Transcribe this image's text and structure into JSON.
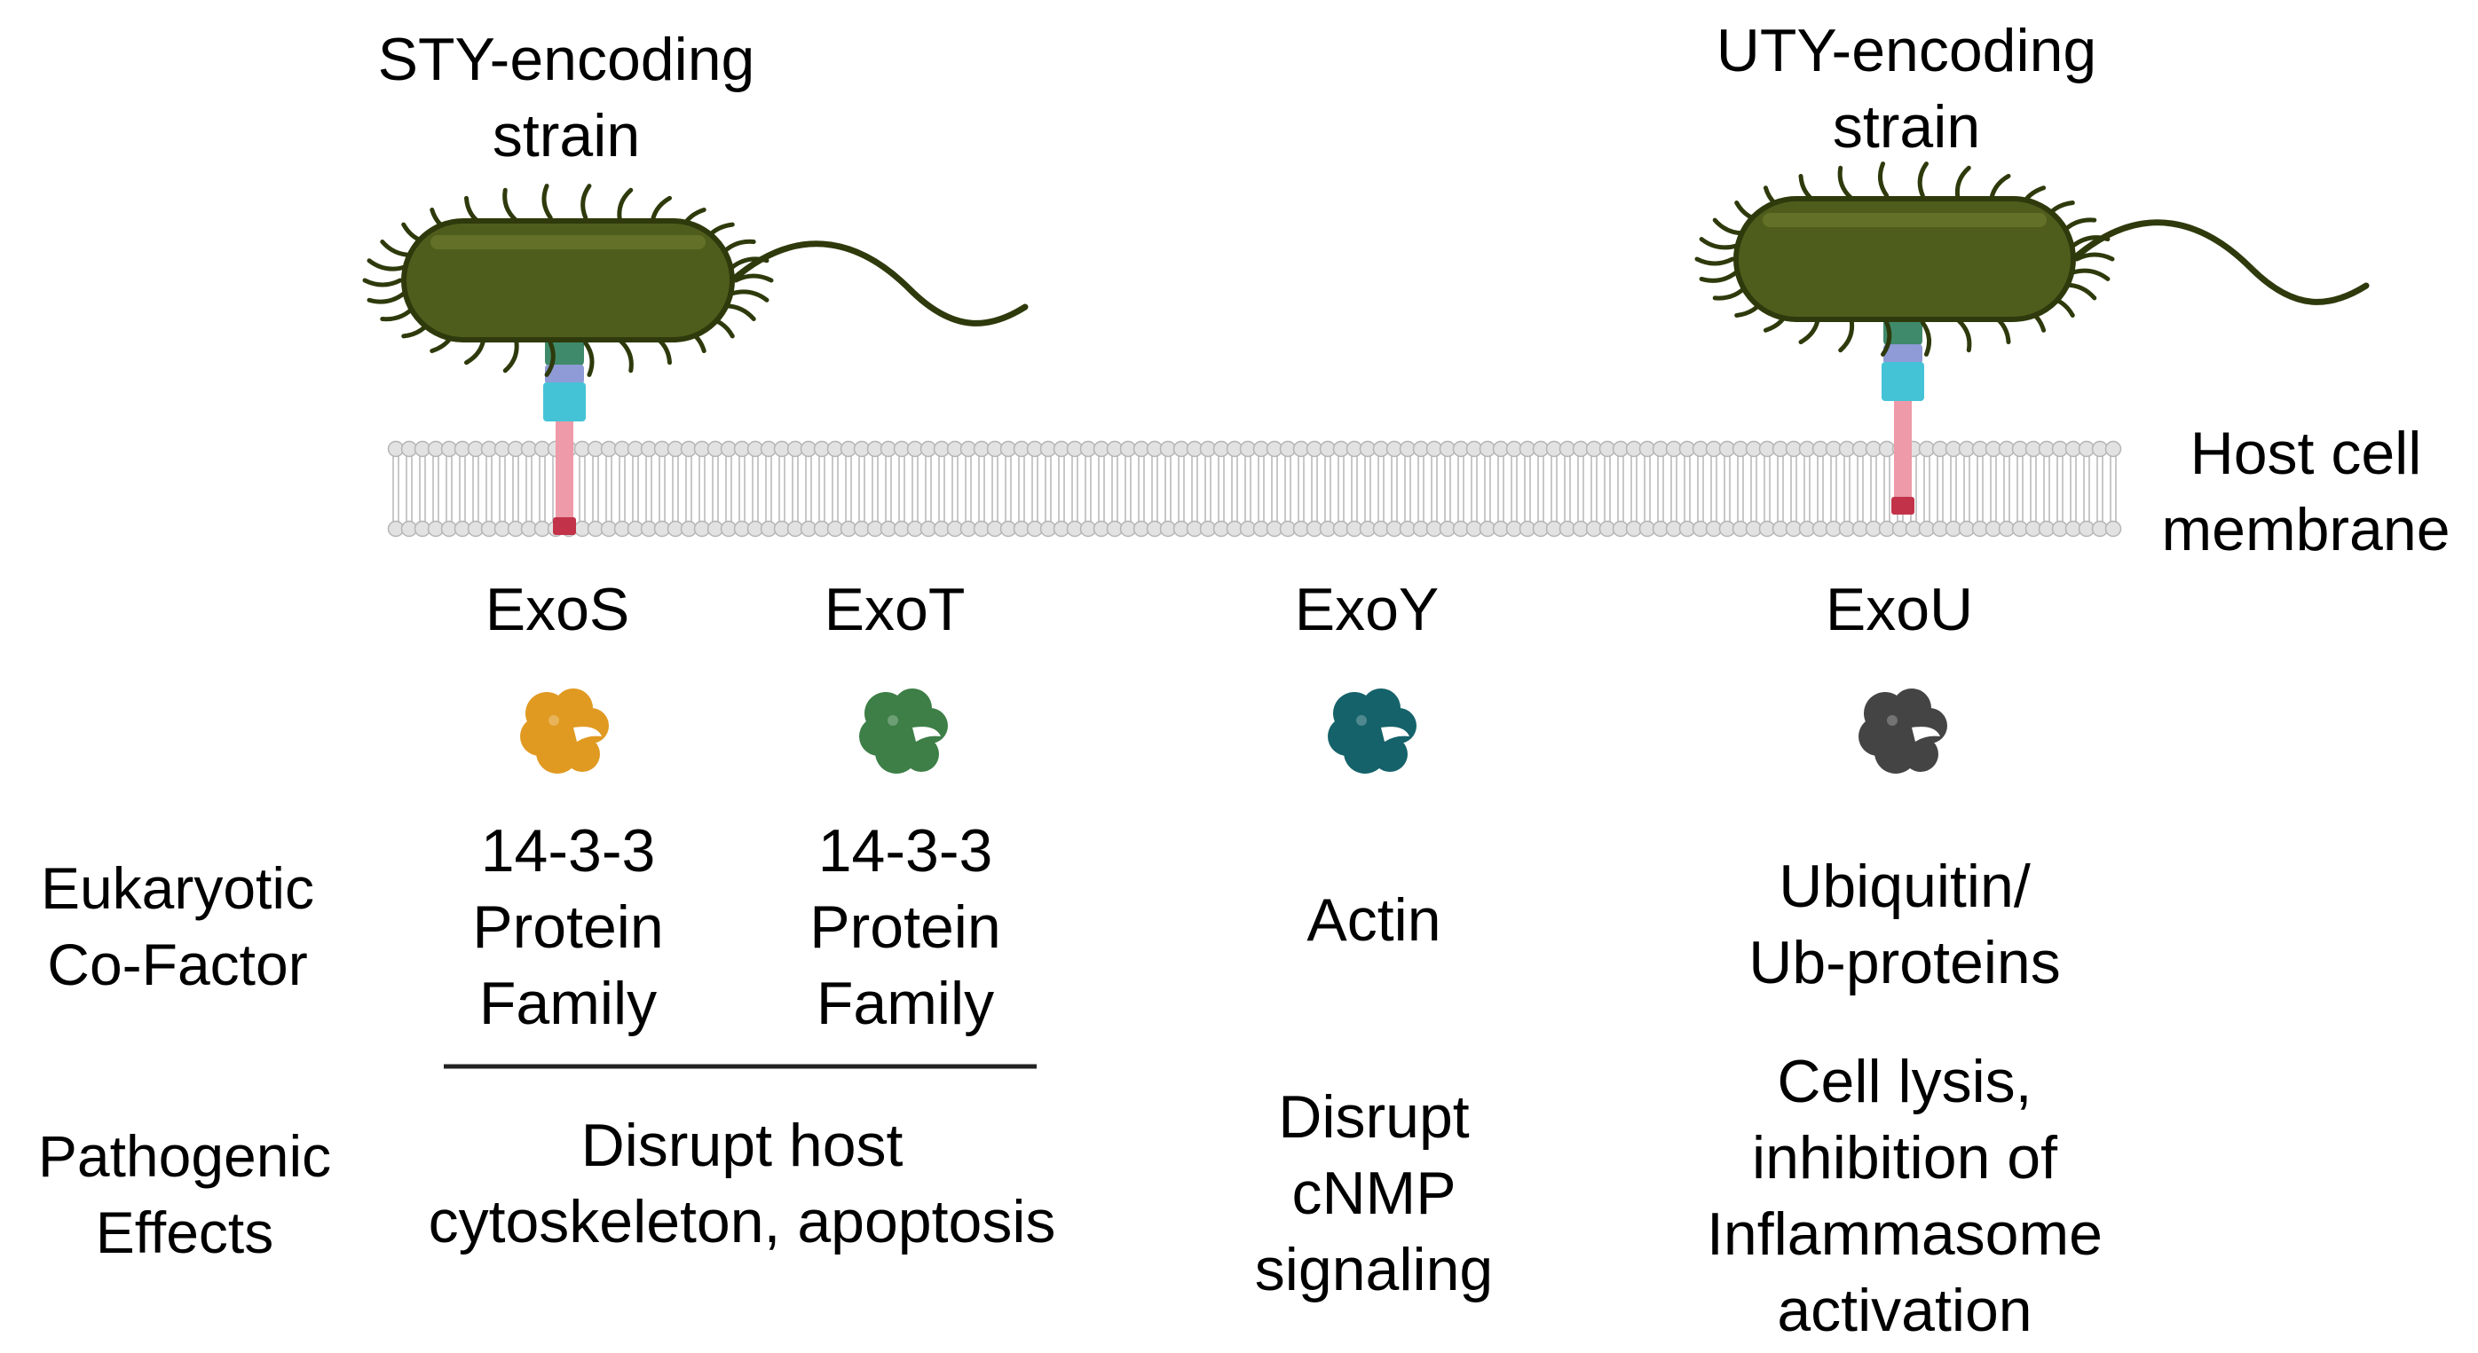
{
  "strains": {
    "sty": [
      "STY-encoding",
      "strain"
    ],
    "uty": [
      "UTY-encoding",
      "strain"
    ]
  },
  "membrane_label": [
    "Host cell",
    "membrane"
  ],
  "effectors": [
    {
      "name": "ExoS",
      "color": "#e09a22",
      "cofactor": [
        "14-3-3",
        "Protein",
        "Family"
      ]
    },
    {
      "name": "ExoT",
      "color": "#3d7f47",
      "cofactor": [
        "14-3-3",
        "Protein",
        "Family"
      ]
    },
    {
      "name": "ExoY",
      "color": "#15626a",
      "cofactor": [
        "Actin"
      ]
    },
    {
      "name": "ExoU",
      "color": "#444444",
      "cofactor": [
        "Ubiquitin/",
        "Ub-proteins"
      ]
    }
  ],
  "row_labels": {
    "cofactor": [
      "Eukaryotic",
      "Co-Factor"
    ],
    "effects": [
      "Pathogenic",
      "Effects"
    ]
  },
  "effects": {
    "exos_exot": [
      "Disrupt host",
      "cytoskeleton, apoptosis"
    ],
    "exoy": [
      "Disrupt",
      "cNMP",
      "signaling"
    ],
    "exou": [
      "Cell lysis,",
      "inhibition of",
      "Inflammasome",
      "activation"
    ]
  },
  "colors": {
    "bacterium_body": "#4f5d1c",
    "bacterium_outline": "#2e3a0c",
    "membrane_lipid": "#e2e2e2",
    "needle_green": "#3f8a6a",
    "needle_purple": "#8f9bd6",
    "needle_cyan": "#45c3d6",
    "needle_pink": "#ee9aa8",
    "needle_red": "#c2334a"
  }
}
